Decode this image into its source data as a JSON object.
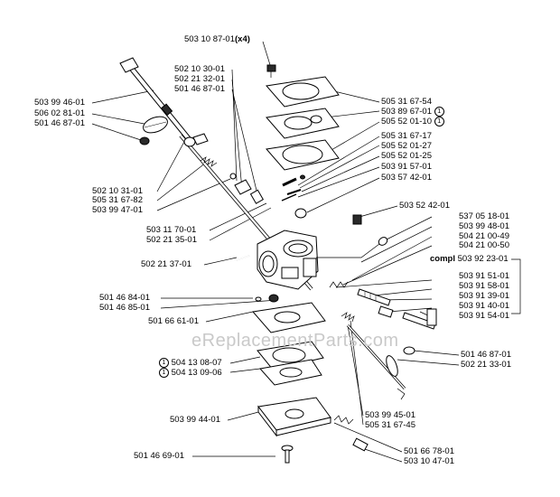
{
  "watermark": "eReplacementParts.com",
  "labels": {
    "l_503108701": "503 10 87-01",
    "l_x4": "(x4)",
    "l_5023010": "502 10 30-01",
    "l_5022132": "502 21 32-01",
    "l_5014687a": "501 46 87-01",
    "l_5039946": "503 99 46-01",
    "l_5060281": "506 02 81-01",
    "l_5014687b": "501 46 87-01",
    "l_5053167_54": "505 31 67-54",
    "l_5038967": "503 89 67-01",
    "l_5055201_10": "505 52 01-10",
    "l_5053167_17": "505 31 67-17",
    "l_5055201_27": "505 52 01-27",
    "l_5055201_25": "505 52 01-25",
    "l_5039157": "503 91 57-01",
    "l_5035742": "503 57 42-01",
    "l_5021031": "502 10 31-01",
    "l_5053167_82": "505 31 67-82",
    "l_5039947": "503 99 47-01",
    "l_5035242": "503 52 42-01",
    "l_5031170": "503 11 70-01",
    "l_5022135": "502 21 35-01",
    "l_5370518": "537 05 18-01",
    "l_5039948": "503 99 48-01",
    "l_5042100_49": "504 21 00-49",
    "l_5042100_50": "504 21 00-50",
    "l_5022137": "502 21 37-01",
    "l_compl": "compl",
    "l_5039223": "503 92 23-01",
    "l_5039151": "503 91 51-01",
    "l_5039158": "503 91 58-01",
    "l_5039139": "503 91 39-01",
    "l_5039140": "503 91 40-01",
    "l_5039154": "503 91 54-01",
    "l_5014684": "501 46 84-01",
    "l_5014685": "501 46 85-01",
    "l_5016661": "501 66 61-01",
    "l_5014687c": "501 46 87-01",
    "l_5022133": "502 21 33-01",
    "l_5041308": "504 13 08-07",
    "l_5041309": "504 13 09-06",
    "l_5039944": "503 99 44-01",
    "l_5039945": "503 99 45-01",
    "l_5053167_45": "505 31 67-45",
    "l_5016678": "501 66 78-01",
    "l_5031047": "503 10 47-01",
    "l_5014669": "501 46 69-01",
    "circle_mark": "1"
  }
}
